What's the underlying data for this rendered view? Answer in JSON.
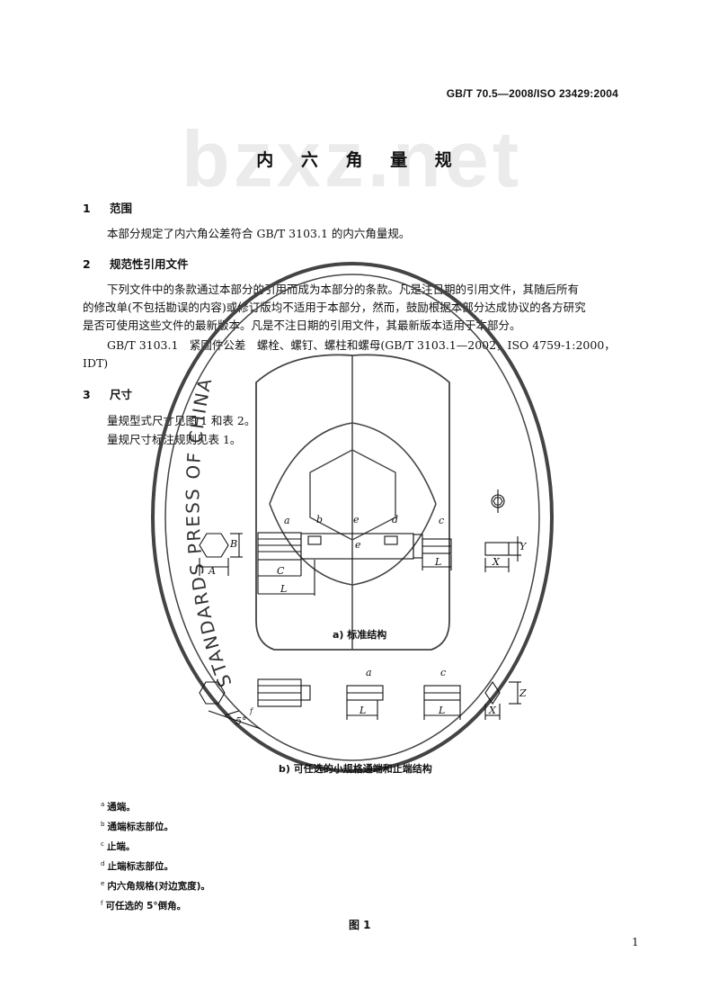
{
  "header": {
    "standard_number": "GB/T 70.5—2008/ISO 23429:2004"
  },
  "watermark": "bzxz.net",
  "title": "内 六 角 量 规",
  "sections": {
    "s1": {
      "num": "1",
      "title": "范围",
      "body": "本部分规定了内六角公差符合 GB/T 3103.1 的内六角量规。"
    },
    "s2": {
      "num": "2",
      "title": "规范性引用文件",
      "body_line1": "下列文件中的条款通过本部分的引用而成为本部分的条款。凡是注日期的引用文件，其随后所有",
      "body_line2": "的修改单(不包括勘误的内容)或修订版均不适用于本部分，然而，鼓励根据本部分达成协议的各方研究",
      "body_line3": "是否可使用这些文件的最新版本。凡是不注日期的引用文件，其最新版本适用于本部分。",
      "ref_line1": "GB/T 3103.1　紧固件公差　螺栓、螺钉、螺柱和螺母(GB/T 3103.1—2002，ISO 4759-1:2000，",
      "ref_line2": "IDT)"
    },
    "s3": {
      "num": "3",
      "title": "尺寸",
      "line1": "量规型式尺寸见图 1 和表 2。",
      "line2": "量规尺寸标注规则见表 1。"
    }
  },
  "stamp": {
    "text": "STANDARDS PRESS OF CHINA"
  },
  "figure": {
    "labels": {
      "a": "a",
      "b": "b",
      "c": "c",
      "d": "d",
      "e": "e",
      "f": "f",
      "A": "A",
      "B": "B",
      "C": "C",
      "L": "L",
      "X": "X",
      "Y": "Y",
      "Z": "Z",
      "angle": "5°",
      "dim_e": "e"
    },
    "caption_a": "a) 标准结构",
    "caption_b": "b) 可任选的小规格通端和止端结构",
    "figure_label": "图 1"
  },
  "footnotes": [
    {
      "mark": "a",
      "text": "通端。"
    },
    {
      "mark": "b",
      "text": "通端标志部位。"
    },
    {
      "mark": "c",
      "text": "止端。"
    },
    {
      "mark": "d",
      "text": "止端标志部位。"
    },
    {
      "mark": "e",
      "text": "内六角规格(对边宽度)。"
    },
    {
      "mark": "f",
      "text": "可任选的 5°倒角。"
    }
  ],
  "page_number": "1"
}
